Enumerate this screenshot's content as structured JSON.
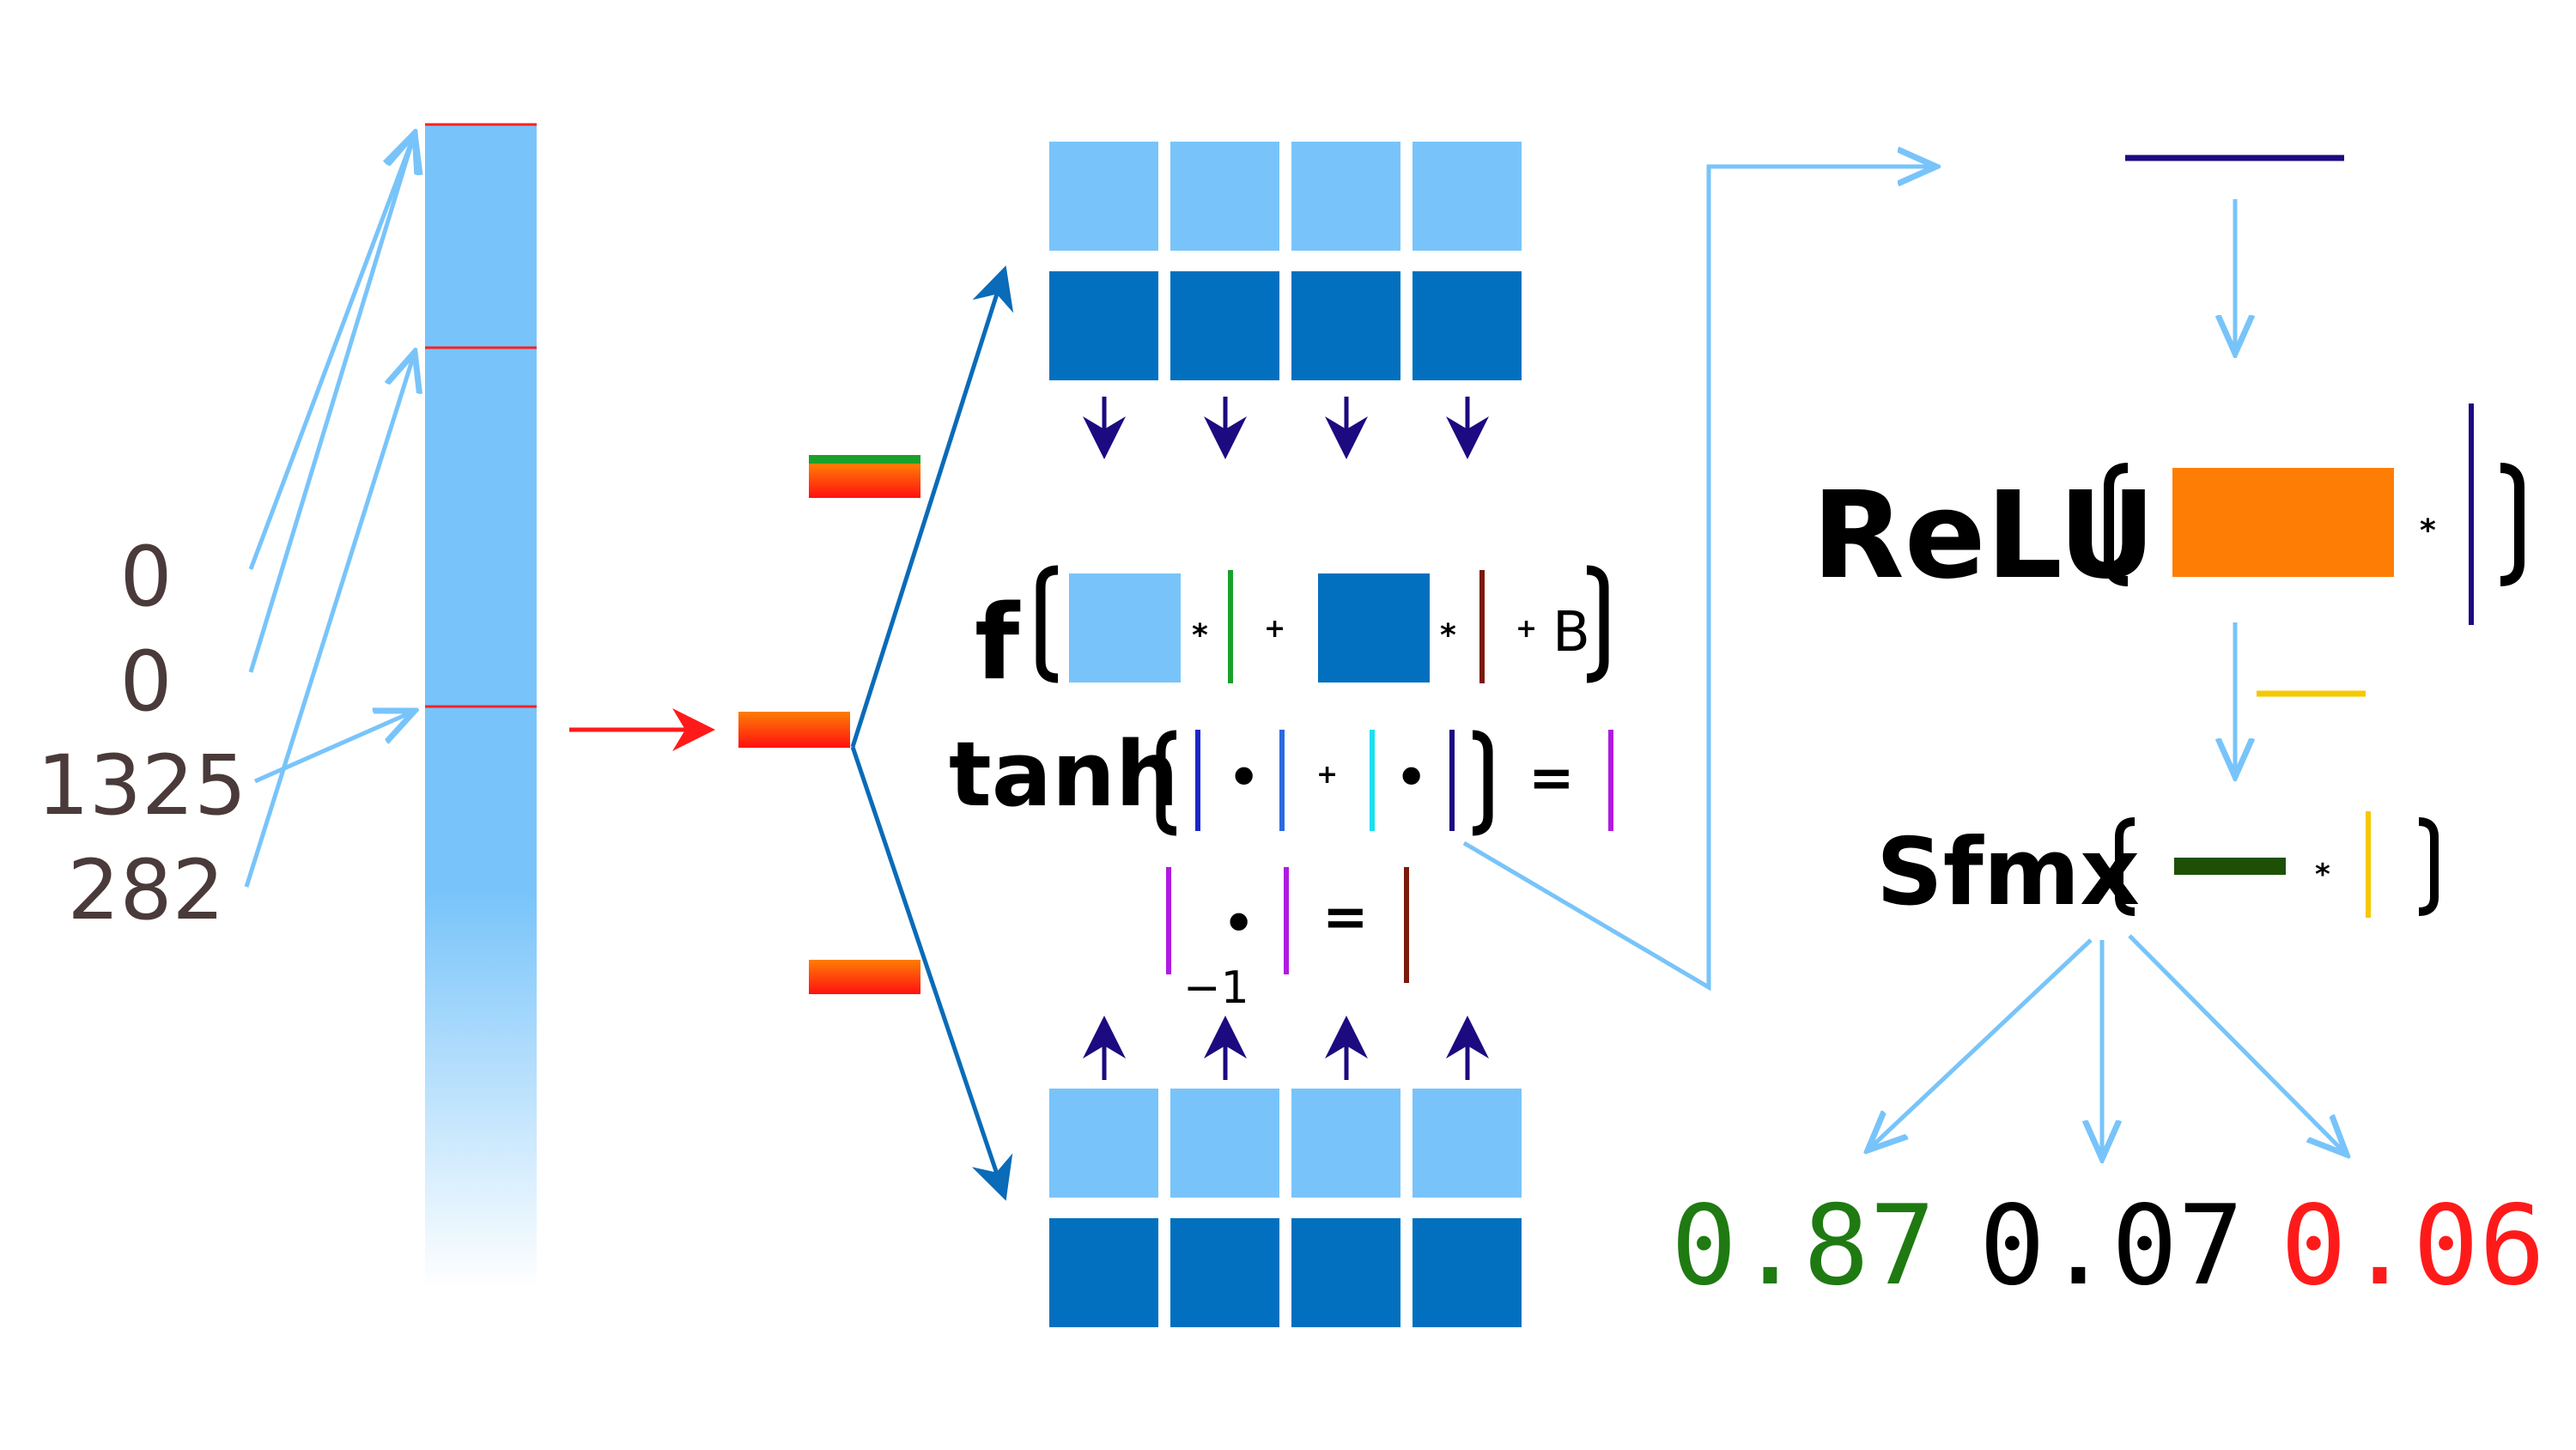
{
  "input_tokens": [
    "0",
    "0",
    "1325",
    "282"
  ],
  "formulas": {
    "f_line": {
      "func": "f",
      "times": "*",
      "plus": "+",
      "bias": "B"
    },
    "tanh_line": {
      "func": "tanh",
      "dot": "•",
      "plus": "+",
      "equals": "="
    },
    "inverse_line": {
      "dot": "•",
      "equals": "=",
      "inverse": "−1"
    },
    "relu_line": {
      "func": "ReLU",
      "times": "*"
    },
    "softmax_line": {
      "func": "Sfmx",
      "times": "*"
    }
  },
  "outputs": [
    {
      "value": "0.87",
      "color": "#1f7a12"
    },
    {
      "value": "0.07",
      "color": "#000000"
    },
    {
      "value": "0.06",
      "color": "#ff1a1a"
    }
  ],
  "colors": {
    "embedding_column": "#78c4fa",
    "light_block": "#78c4fa",
    "dark_block": "#0270bf",
    "arrow_light": "#78c4fa",
    "arrow_dark": "#0a6bb8",
    "arrow_navy": "#1c0a80",
    "arrow_red": "#ff1a1a",
    "relu_block": "#fe7e05",
    "softmax_bar": "#1d5005",
    "token_text": "#4a3a3a"
  }
}
